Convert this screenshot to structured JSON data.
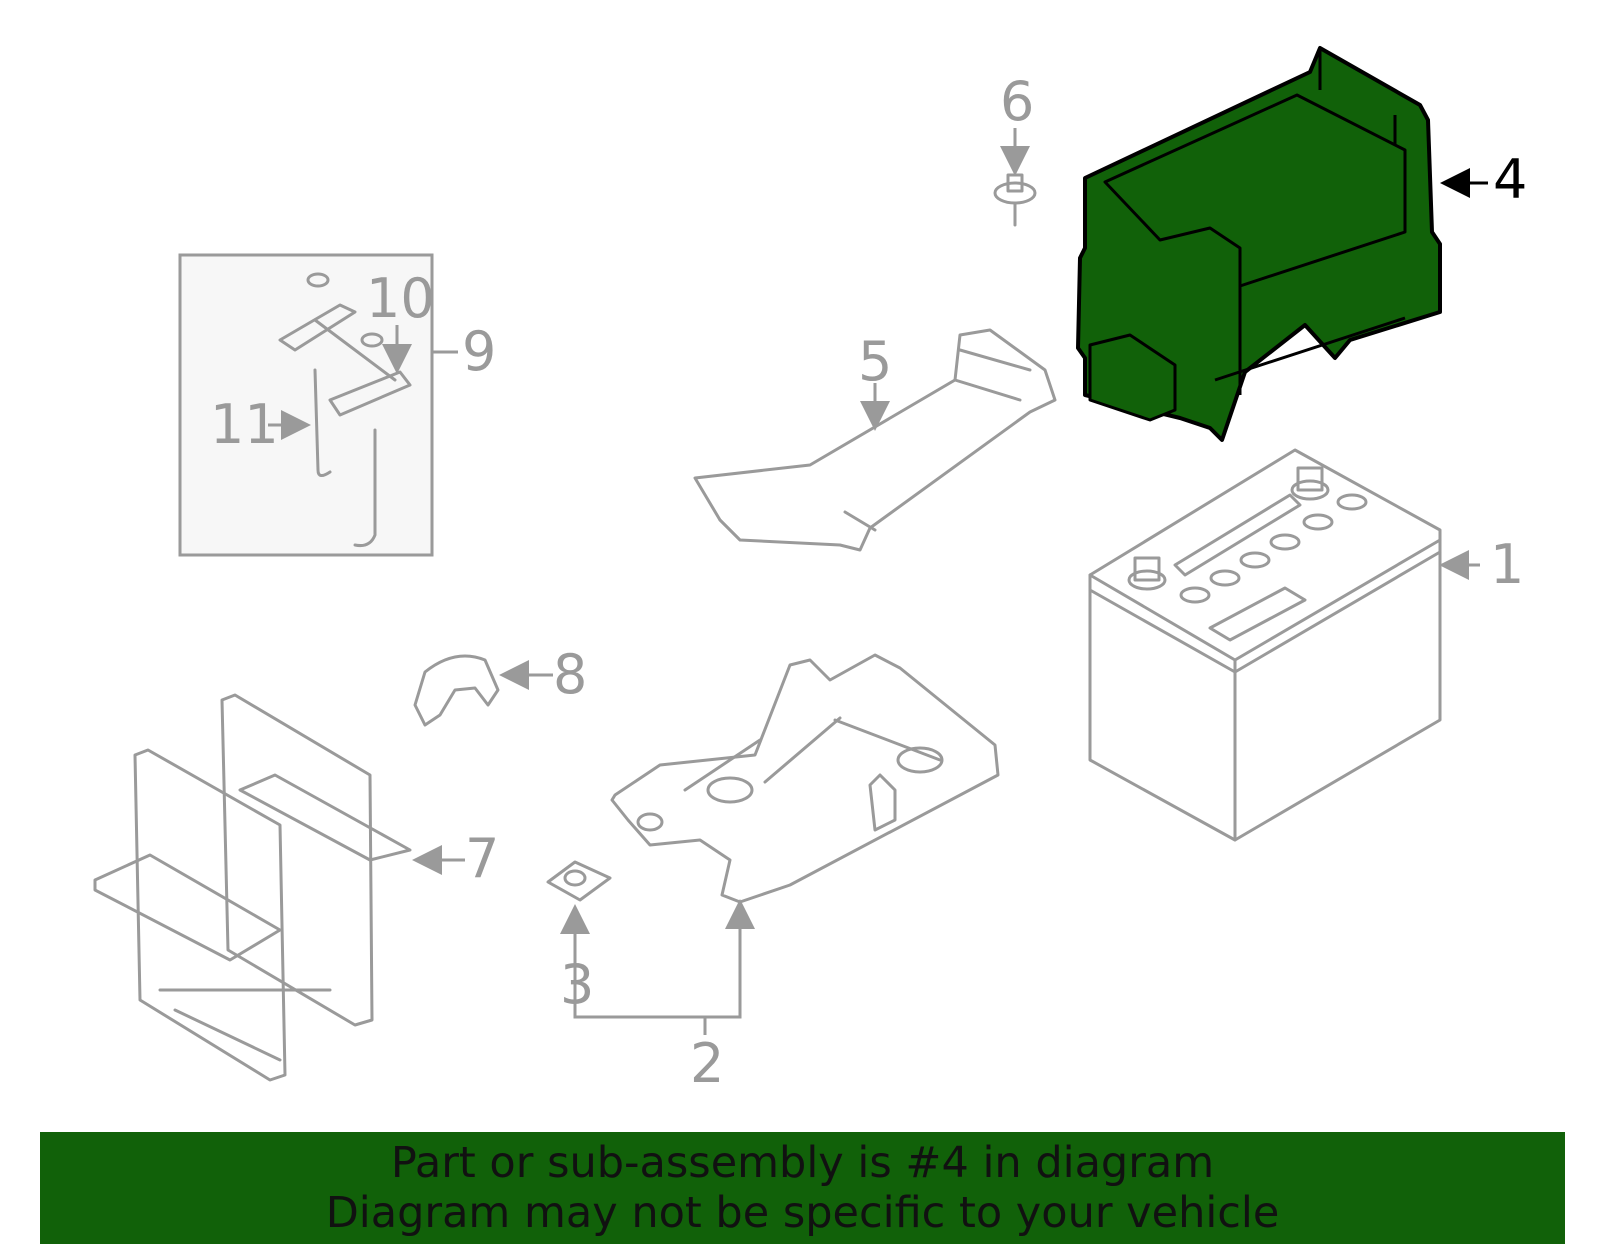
{
  "colors": {
    "highlight_fill": "#116109",
    "part_stroke": "#9a9a9a",
    "banner_bg": "#116109",
    "highlight_text": "#000000"
  },
  "callouts": [
    {
      "id": "1",
      "label": "1",
      "highlighted": false
    },
    {
      "id": "2",
      "label": "2",
      "highlighted": false
    },
    {
      "id": "3",
      "label": "3",
      "highlighted": false
    },
    {
      "id": "4",
      "label": "4",
      "highlighted": true
    },
    {
      "id": "5",
      "label": "5",
      "highlighted": false
    },
    {
      "id": "6",
      "label": "6",
      "highlighted": false
    },
    {
      "id": "7",
      "label": "7",
      "highlighted": false
    },
    {
      "id": "8",
      "label": "8",
      "highlighted": false
    },
    {
      "id": "9",
      "label": "9",
      "highlighted": false
    },
    {
      "id": "10",
      "label": "10",
      "highlighted": false
    },
    {
      "id": "11",
      "label": "11",
      "highlighted": false
    }
  ],
  "banner": {
    "line1": "Part or sub-assembly is #4 in diagram",
    "line2": "Diagram may not be specific to your vehicle"
  }
}
